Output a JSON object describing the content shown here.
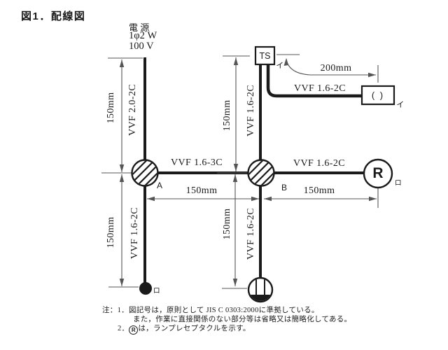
{
  "figure": {
    "title": "図1．配線図",
    "power_source": {
      "name_line": "電 源",
      "phase_line": "1φ2 W",
      "voltage_line": "100 V"
    },
    "cable_labels": {
      "source_cable": "VVF 2.0-2C",
      "a_to_b": "VVF 1.6-3C",
      "b_to_receptacle": "VVF 1.6-2C",
      "ts_to_b": "VVF 1.6-2C",
      "ts_to_ceiling": "VVF 1.6-2C",
      "a_to_switch": "VVF 1.6-2C",
      "b_to_outlet": "VVF 1.6-2C"
    },
    "dimensions": {
      "source_150": "150mm",
      "ts_150": "150mm",
      "ab_150": "150mm",
      "br_150": "150mm",
      "a_lower_150": "150mm",
      "b_lower_150": "150mm",
      "ceiling_200": "200mm"
    },
    "devices": {
      "junction_box_a": "A",
      "junction_box_b": "B",
      "timer_switch": "TS",
      "timer_switch_circuit": "イ",
      "ceiling_rosette": "( )",
      "ceiling_rosette_circuit": "イ",
      "lamp_receptacle": "R",
      "lamp_receptacle_circuit": "ロ",
      "switch_circuit": "ロ"
    },
    "notes": {
      "note1_line1": "注：1．図記号は，原則として JIS C 0303:2000に準拠している。",
      "note1_line2": "また，作業に直接関係のない部分等は省略又は簡略化してある。",
      "note2_prefix": "2．",
      "note2_symbol": "R",
      "note2_text": "は，ランプレセプタクルを示す。"
    },
    "colors": {
      "line": "#1a1a1a",
      "dimension": "#555555",
      "background": "#ffffff"
    }
  }
}
